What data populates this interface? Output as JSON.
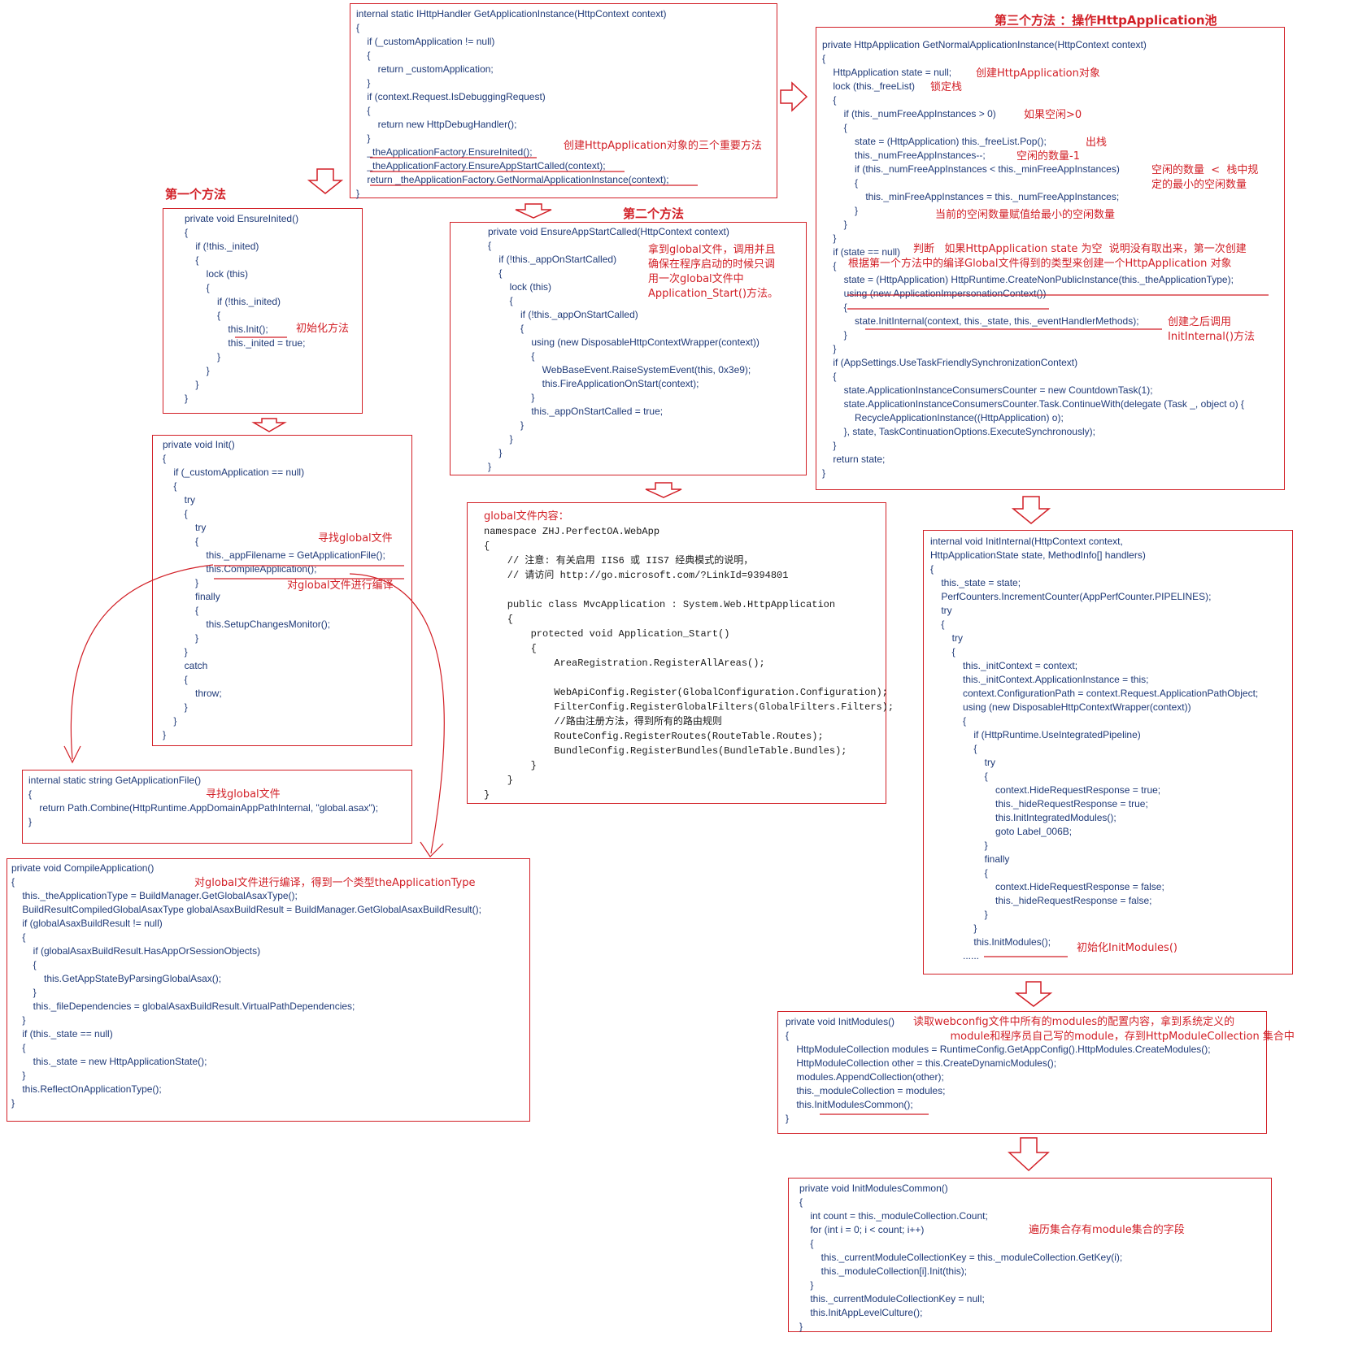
{
  "colors": {
    "border": "#d21f26",
    "code": "#1f3a78",
    "note": "#d21f26",
    "mono": "#1a1a1a"
  },
  "headings": {
    "first": "第一个方法",
    "second": "第二个方法",
    "third": "第三个方法 ：操作HttpApplication池"
  },
  "blocks": {
    "get_app_instance": {
      "code": "internal static IHttpHandler GetApplicationInstance(HttpContext context)\n{\n    if (_customApplication != null)\n    {\n        return _customApplication;\n    }\n    if (context.Request.IsDebuggingRequest)\n    {\n        return new HttpDebugHandler();\n    }\n    _theApplicationFactory.EnsureInited();\n    _theApplicationFactory.EnsureAppStartCalled(context);\n    return _theApplicationFactory.GetNormalApplicationInstance(context);\n}",
      "note": "创建HttpApplication对象的三个重要方法"
    },
    "ensure_inited": {
      "code": "private void EnsureInited()\n{\n    if (!this._inited)\n    {\n        lock (this)\n        {\n            if (!this._inited)\n            {\n                this.Init();\n                this._inited = true;\n            }\n        }\n    }\n}",
      "note": "初始化方法"
    },
    "init": {
      "code": "private void Init()\n{\n    if (_customApplication == null)\n    {\n        try\n        {\n            try\n            {\n                this._appFilename = GetApplicationFile();\n                this.CompileApplication();\n            }\n            finally\n            {\n                this.SetupChangesMonitor();\n            }\n        }\n        catch\n        {\n            throw;\n        }\n    }\n}",
      "note_find": "寻找global文件",
      "note_compile": "对global文件进行编译"
    },
    "get_app_file": {
      "code": "internal static string GetApplicationFile()\n{\n    return Path.Combine(HttpRuntime.AppDomainAppPathInternal, \"global.asax\");\n}",
      "note": "寻找global文件"
    },
    "compile_app": {
      "code": "private void CompileApplication()\n{\n    this._theApplicationType = BuildManager.GetGlobalAsaxType();\n    BuildResultCompiledGlobalAsaxType globalAsaxBuildResult = BuildManager.GetGlobalAsaxBuildResult();\n    if (globalAsaxBuildResult != null)\n    {\n        if (globalAsaxBuildResult.HasAppOrSessionObjects)\n        {\n            this.GetAppStateByParsingGlobalAsax();\n        }\n        this._fileDependencies = globalAsaxBuildResult.VirtualPathDependencies;\n    }\n    if (this._state == null)\n    {\n        this._state = new HttpApplicationState();\n    }\n    this.ReflectOnApplicationType();\n}",
      "note": "对global文件进行编译，得到一个类型theApplicationType"
    },
    "ensure_app_start": {
      "code": "private void EnsureAppStartCalled(HttpContext context)\n{\n    if (!this._appOnStartCalled)\n    {\n        lock (this)\n        {\n            if (!this._appOnStartCalled)\n            {\n                using (new DisposableHttpContextWrapper(context))\n                {\n                    WebBaseEvent.RaiseSystemEvent(this, 0x3e9);\n                    this.FireApplicationOnStart(context);\n                }\n                this._appOnStartCalled = true;\n            }\n        }\n    }\n}",
      "note": "拿到global文件，调用并且\n确保在程序启动的时候只调\n用一次global文件中\nApplication_Start()方法。"
    },
    "global_content": {
      "title": "global文件内容：",
      "code": "namespace ZHJ.PerfectOA.WebApp\n{\n    // 注意: 有关启用 IIS6 或 IIS7 经典模式的说明，\n    // 请访问 http://go.microsoft.com/?LinkId=9394801\n\n    public class MvcApplication : System.Web.HttpApplication\n    {\n        protected void Application_Start()\n        {\n            AreaRegistration.RegisterAllAreas();\n\n            WebApiConfig.Register(GlobalConfiguration.Configuration);\n            FilterConfig.RegisterGlobalFilters(GlobalFilters.Filters);\n            //路由注册方法，得到所有的路由规则\n            RouteConfig.RegisterRoutes(RouteTable.Routes);\n            BundleConfig.RegisterBundles(BundleTable.Bundles);\n        }\n    }\n}"
    },
    "get_normal_instance": {
      "code": "private HttpApplication GetNormalApplicationInstance(HttpContext context)\n{\n    HttpApplication state = null;\n    lock (this._freeList)\n    {\n        if (this._numFreeAppInstances > 0)\n        {\n            state = (HttpApplication) this._freeList.Pop();\n            this._numFreeAppInstances--;\n            if (this._numFreeAppInstances < this._minFreeAppInstances)\n            {\n                this._minFreeAppInstances = this._numFreeAppInstances;\n            }\n        }\n    }\n    if (state == null)\n    {\n        state = (HttpApplication) HttpRuntime.CreateNonPublicInstance(this._theApplicationType);\n        using (new ApplicationImpersonationContext())\n        {\n            state.InitInternal(context, this._state, this._eventHandlerMethods);\n        }\n    }\n    if (AppSettings.UseTaskFriendlySynchronizationContext)\n    {\n        state.ApplicationInstanceConsumersCounter = new CountdownTask(1);\n        state.ApplicationInstanceConsumersCounter.Task.ContinueWith(delegate (Task _, object o) {\n            RecycleApplicationInstance((HttpApplication) o);\n        }, state, TaskContinuationOptions.ExecuteSynchronously);\n    }\n    return state;\n}",
      "notes": {
        "create": "创建HttpApplication对象",
        "lock": "锁定栈",
        "if_free": "如果空闲>0",
        "pop": "出栈",
        "dec": "空闲的数量-1",
        "compare": "空闲的数量  <  栈中规\n定的最小的空闲数量",
        "assign": "当前的空闲数量赋值给最小的空闲数量",
        "judge": "判断   如果HttpApplication state 为空  说明没有取出来，第一次创建",
        "by_type": "根据第一个方法中的编译Global文件得到的类型来创建一个HttpApplication 对象",
        "after": "创建之后调用\nInitInternal()方法"
      }
    },
    "init_internal": {
      "code": "internal void InitInternal(HttpContext context,\nHttpApplicationState state, MethodInfo[] handlers)\n{\n    this._state = state;\n    PerfCounters.IncrementCounter(AppPerfCounter.PIPELINES);\n    try\n    {\n        try\n        {\n            this._initContext = context;\n            this._initContext.ApplicationInstance = this;\n            context.ConfigurationPath = context.Request.ApplicationPathObject;\n            using (new DisposableHttpContextWrapper(context))\n            {\n                if (HttpRuntime.UseIntegratedPipeline)\n                {\n                    try\n                    {\n                        context.HideRequestResponse = true;\n                        this._hideRequestResponse = true;\n                        this.InitIntegratedModules();\n                        goto Label_006B;\n                    }\n                    finally\n                    {\n                        context.HideRequestResponse = false;\n                        this._hideRequestResponse = false;\n                    }\n                }\n                this.InitModules();\n            ......",
      "note": "初始化InitModules()"
    },
    "init_modules": {
      "code": "private void InitModules()\n{\n    HttpModuleCollection modules = RuntimeConfig.GetAppConfig().HttpModules.CreateModules();\n    HttpModuleCollection other = this.CreateDynamicModules();\n    modules.AppendCollection(other);\n    this._moduleCollection = modules;\n    this.InitModulesCommon();\n}",
      "note": "读取webconfig文件中所有的modules的配置内容，拿到系统定义的\n           module和程序员自己写的module，存到HttpModuleCollection 集合中"
    },
    "init_modules_common": {
      "code": "private void InitModulesCommon()\n{\n    int count = this._moduleCollection.Count;\n    for (int i = 0; i < count; i++)\n    {\n        this._currentModuleCollectionKey = this._moduleCollection.GetKey(i);\n        this._moduleCollection[i].Init(this);\n    }\n    this._currentModuleCollectionKey = null;\n    this.InitAppLevelCulture();\n}",
      "note": "遍历集合存有module集合的字段"
    }
  }
}
